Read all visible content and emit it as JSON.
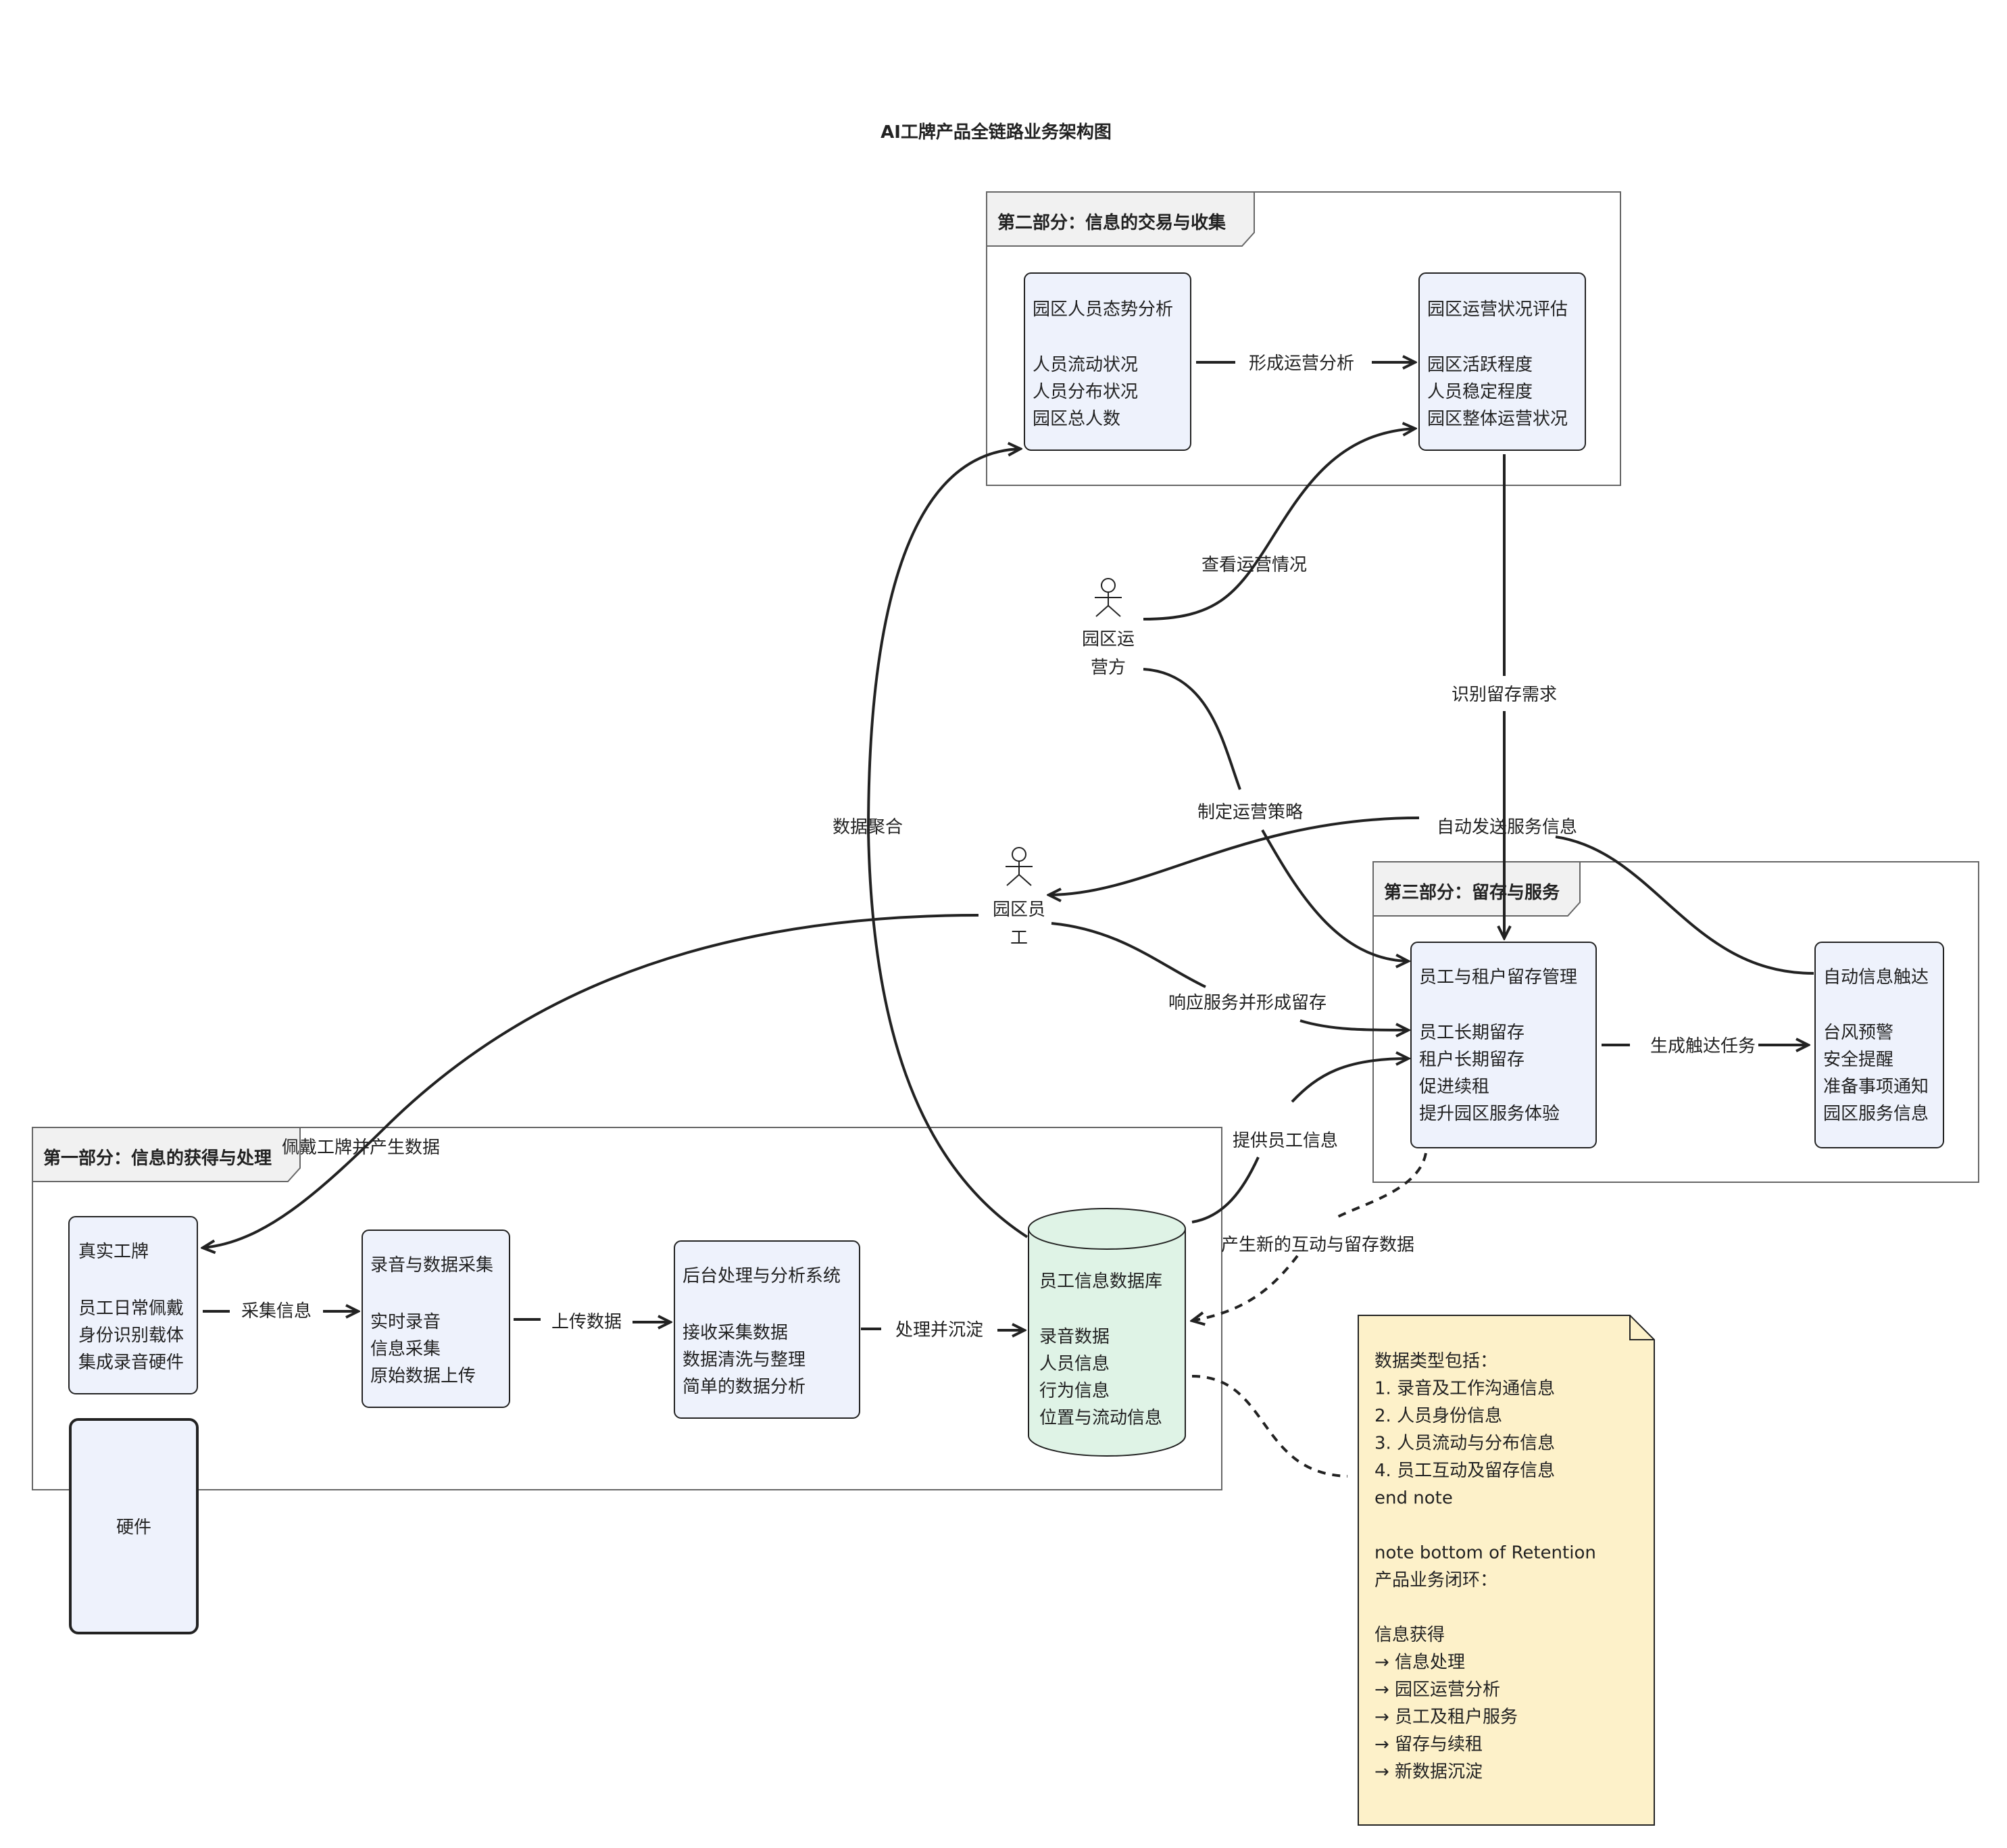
{
  "title": "AI工牌产品全链路业务架构图",
  "packages": {
    "part1": "第一部分：信息的获得与处理",
    "part2": "第二部分：信息的交易与收集",
    "part3": "第三部分：留存与服务"
  },
  "nodes": {
    "badge": {
      "title": "真实工牌",
      "lines": [
        "员工日常佩戴",
        "身份识别载体",
        "集成录音硬件"
      ]
    },
    "hardware": {
      "title": "硬件"
    },
    "collect": {
      "title": "录音与数据采集",
      "lines": [
        "实时录音",
        "信息采集",
        "原始数据上传"
      ]
    },
    "backend": {
      "title": "后台处理与分析系统",
      "lines": [
        "接收采集数据",
        "数据清洗与整理",
        "简单的数据分析"
      ]
    },
    "db": {
      "title": "员工信息数据库",
      "lines": [
        "录音数据",
        "人员信息",
        "行为信息",
        "位置与流动信息"
      ]
    },
    "staff_analysis": {
      "title": "园区人员态势分析",
      "lines": [
        "人员流动状况",
        "人员分布状况",
        "园区总人数"
      ]
    },
    "ops_eval": {
      "title": "园区运营状况评估",
      "lines": [
        "园区活跃程度",
        "人员稳定程度",
        "园区整体运营状况"
      ]
    },
    "retention": {
      "title": "员工与租户留存管理",
      "lines": [
        "员工长期留存",
        "租户长期留存",
        "促进续租",
        "提升园区服务体验"
      ]
    },
    "auto_reach": {
      "title": "自动信息触达",
      "lines": [
        "台风预警",
        "安全提醒",
        "准备事项通知",
        "园区服务信息"
      ]
    }
  },
  "actors": {
    "operator": [
      "园区运",
      "营方"
    ],
    "employee": [
      "园区员",
      "工"
    ]
  },
  "edges": {
    "wear": "佩戴工牌并产生数据",
    "collect_info": "采集信息",
    "upload": "上传数据",
    "process": "处理并沉淀",
    "aggregate": "数据聚合",
    "form_analysis": "形成运营分析",
    "view_ops": "查看运营情况",
    "identify": "识别留存需求",
    "strategy": "制定运营策略",
    "auto_send": "自动发送服务信息",
    "respond": "响应服务并形成留存",
    "provide": "提供员工信息",
    "gen_task": "生成触达任务",
    "new_data": "产生新的互动与留存数据"
  },
  "note": {
    "lines": [
      "数据类型包括：",
      "1. 录音及工作沟通信息",
      "2. 人员身份信息",
      "3. 人员流动与分布信息",
      "4. 员工互动及留存信息",
      "end note",
      "",
      "note bottom of Retention",
      "产品业务闭环：",
      "",
      "信息获得",
      "→ 信息处理",
      "→ 园区运营分析",
      "→ 员工及租户服务",
      "→ 留存与续租",
      "→ 新数据沉淀"
    ]
  },
  "colors": {
    "node_fill": "#eef2fc",
    "db_fill": "#dff3e6",
    "note_fill": "#fdf1c9",
    "package_header": "#f1f1f1",
    "stroke": "#222222"
  }
}
